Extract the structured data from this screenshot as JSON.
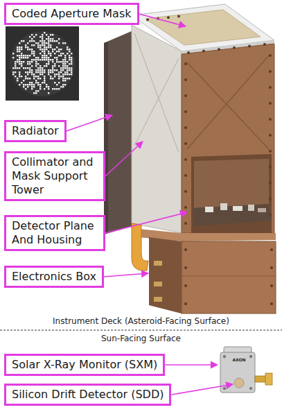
{
  "diagram": {
    "nodes": [
      {
        "text": [
          "Coded Aperture Mask"
        ]
      },
      {
        "text": [
          "Radiator"
        ]
      },
      {
        "text": [
          "Collimator and Mask Support Tower"
        ]
      },
      {
        "text": [
          "Detector Plane And Housing"
        ]
      },
      {
        "text": [
          "Electronics Box"
        ]
      },
      {
        "text": [
          "Solar X-Ray Monitor (SXM)"
        ]
      },
      {
        "text": [
          "Silicon Drift Detector (SDD)"
        ]
      }
    ],
    "labels": [
      "Instrument Deck (Asteroid-Facing Surface)",
      "Sun-Facing Surface",
      "AXON"
    ]
  }
}
